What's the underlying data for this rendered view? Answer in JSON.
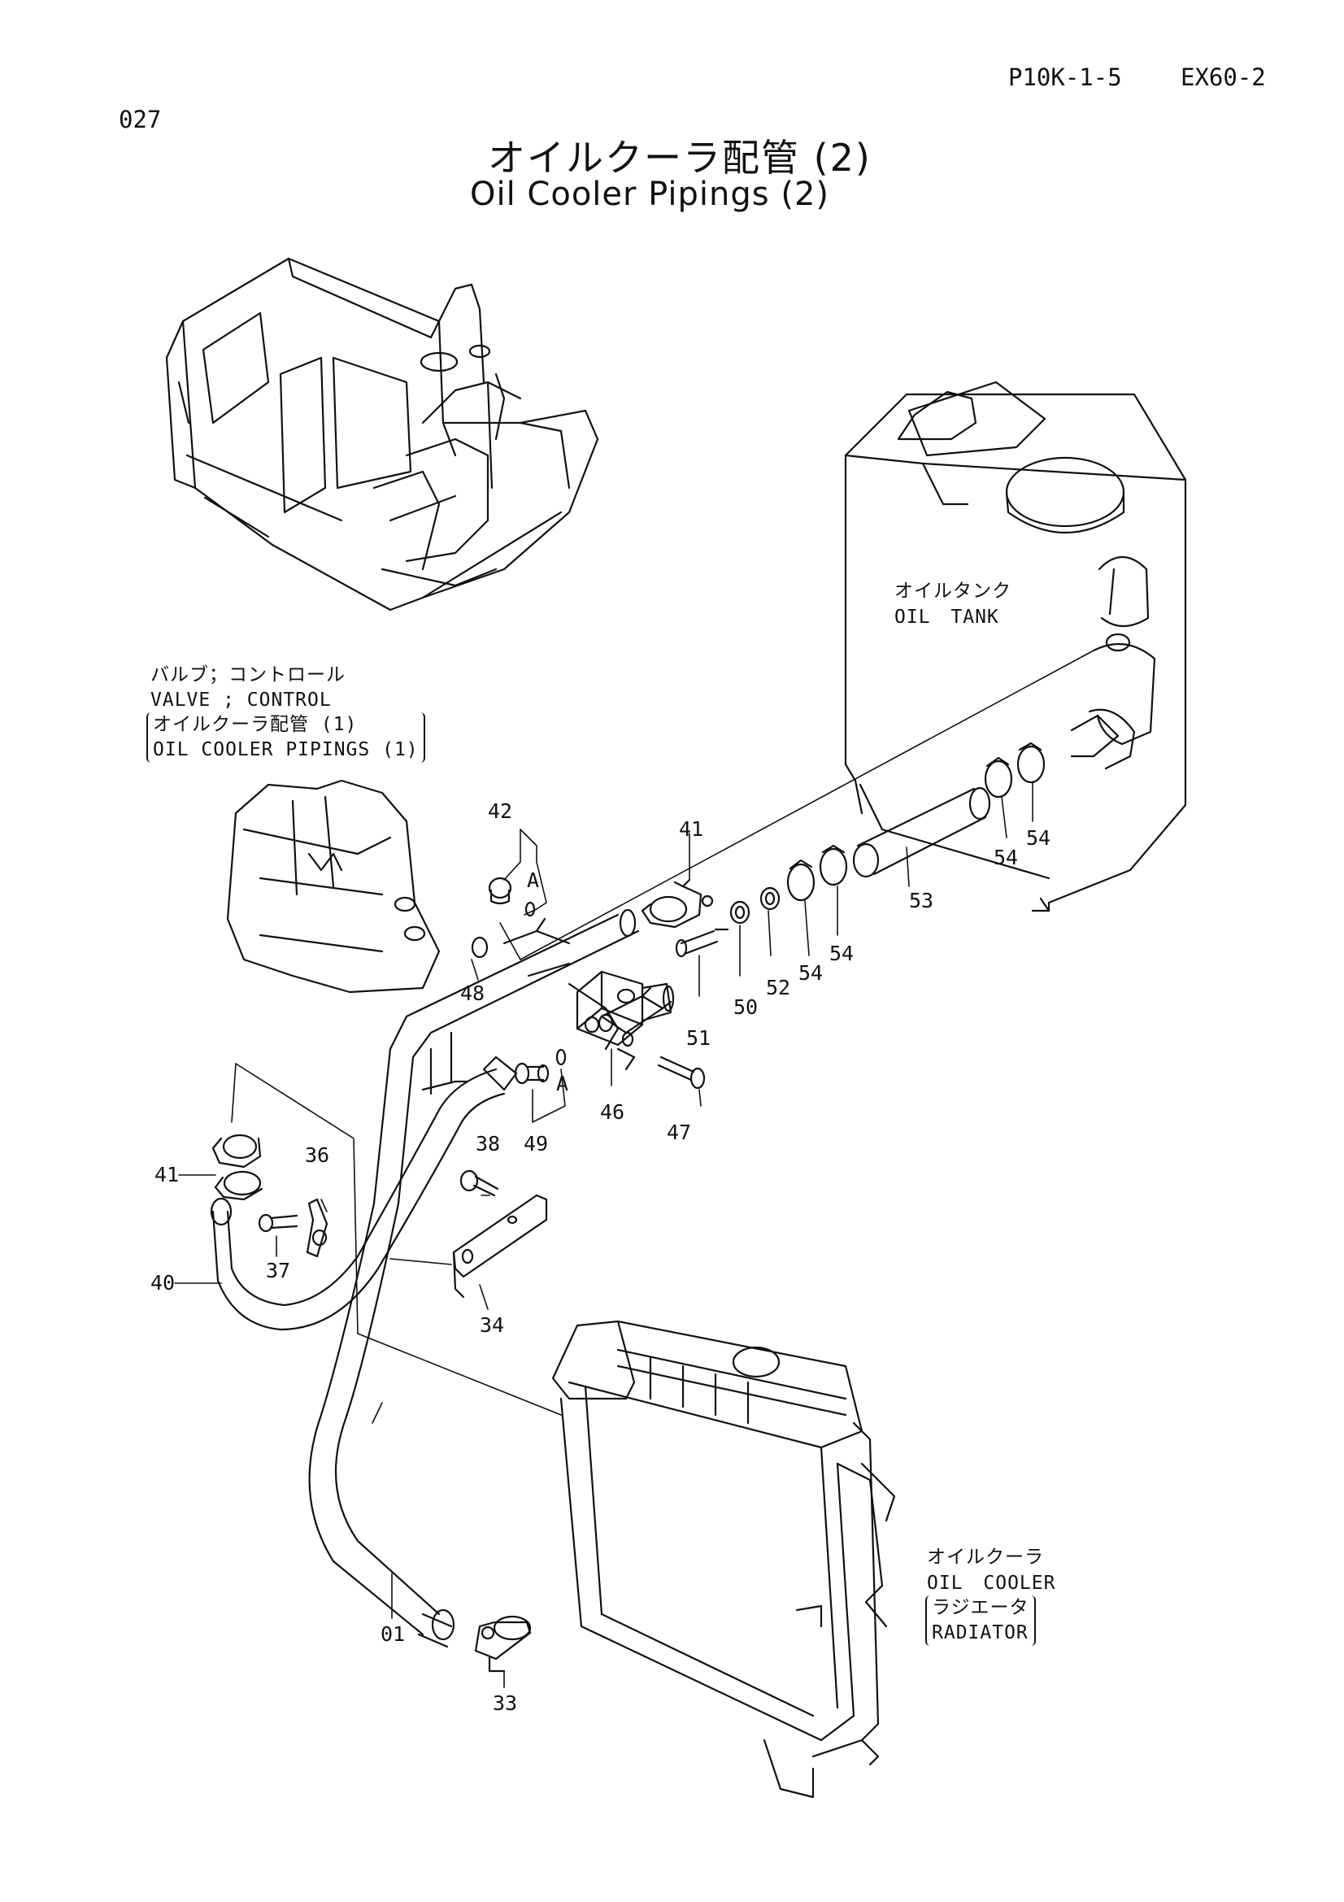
{
  "header": {
    "page_number": "027",
    "section_code": "P10K-1-5",
    "model": "EX60-2"
  },
  "title": {
    "japanese": "オイルクーラ配管 (2)",
    "english": "Oil Cooler Pipings (2)"
  },
  "labels": {
    "valve_jp": "バルブ；コントロール",
    "valve_en": "VALVE ; CONTROL",
    "ref_jp": "オイルクーラ配管 (1)",
    "ref_en": "OIL COOLER PIPINGS (1)",
    "tank_jp": "オイルタンク",
    "tank_en": "OIL TANK",
    "cooler_jp": "オイルクーラ",
    "cooler_en": "OIL COOLER",
    "radiator_jp": "ラジエータ",
    "radiator_en": "RADIATOR"
  },
  "callouts": {
    "p42": "42",
    "p41a": "41",
    "a1": "A",
    "p48": "48",
    "p50": "50",
    "p52": "52",
    "p54a": "54",
    "p54b": "54",
    "p54c": "54",
    "p54d": "54",
    "p53": "53",
    "p51": "51",
    "p46": "46",
    "p47": "47",
    "a2": "A",
    "p49": "49",
    "p38": "38",
    "p36": "36",
    "p41b": "41",
    "p37": "37",
    "p40": "40",
    "p34": "34",
    "p01": "01",
    "p33": "33"
  }
}
